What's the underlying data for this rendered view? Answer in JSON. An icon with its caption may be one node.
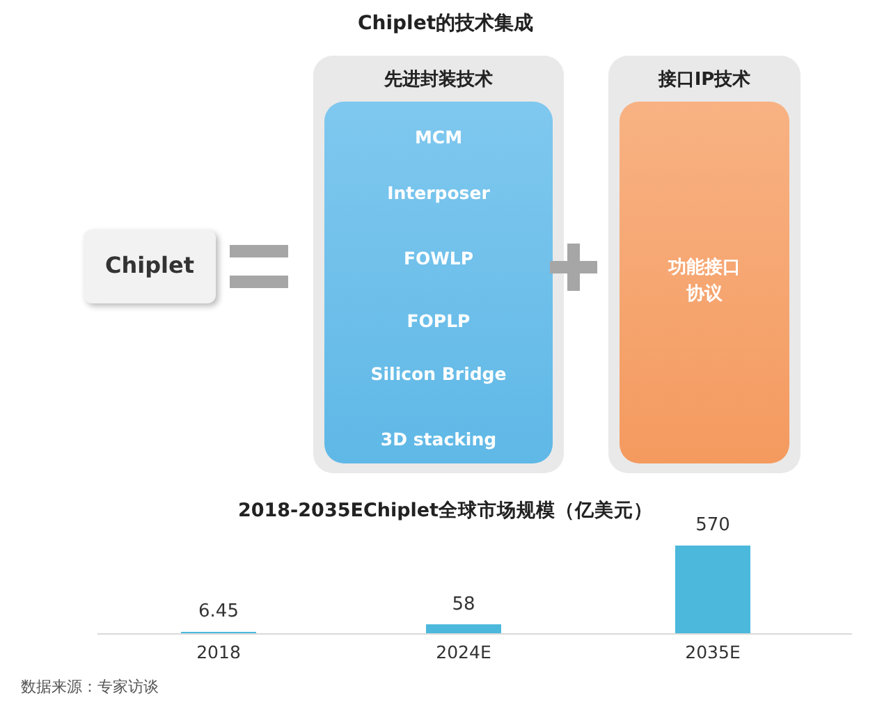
{
  "diagram": {
    "title": "Chiplet的技术集成",
    "nodes": [
      {
        "text": [
          "Chiplet"
        ]
      },
      {
        "text": [
          "先进封装技术"
        ]
      },
      {
        "text": [
          "MCM",
          "Interposer",
          "FOWLP",
          "FOPLP",
          "Silicon Bridge",
          "3D stacking"
        ],
        "in": 1
      },
      {
        "text": [
          "接口IP技术"
        ]
      },
      {
        "text": [
          "功能接口协议"
        ],
        "in": 3
      }
    ],
    "edges": [],
    "labels": [
      "数据来源：专家访谈"
    ],
    "chart_data": {
      "type": "bar",
      "title": "2018-2035EChiplet全球市场规模（亿美元）",
      "categories": [
        "2018",
        "2024E",
        "2035E"
      ],
      "values": [
        6.45,
        58,
        570
      ],
      "data_labels": true
    }
  }
}
